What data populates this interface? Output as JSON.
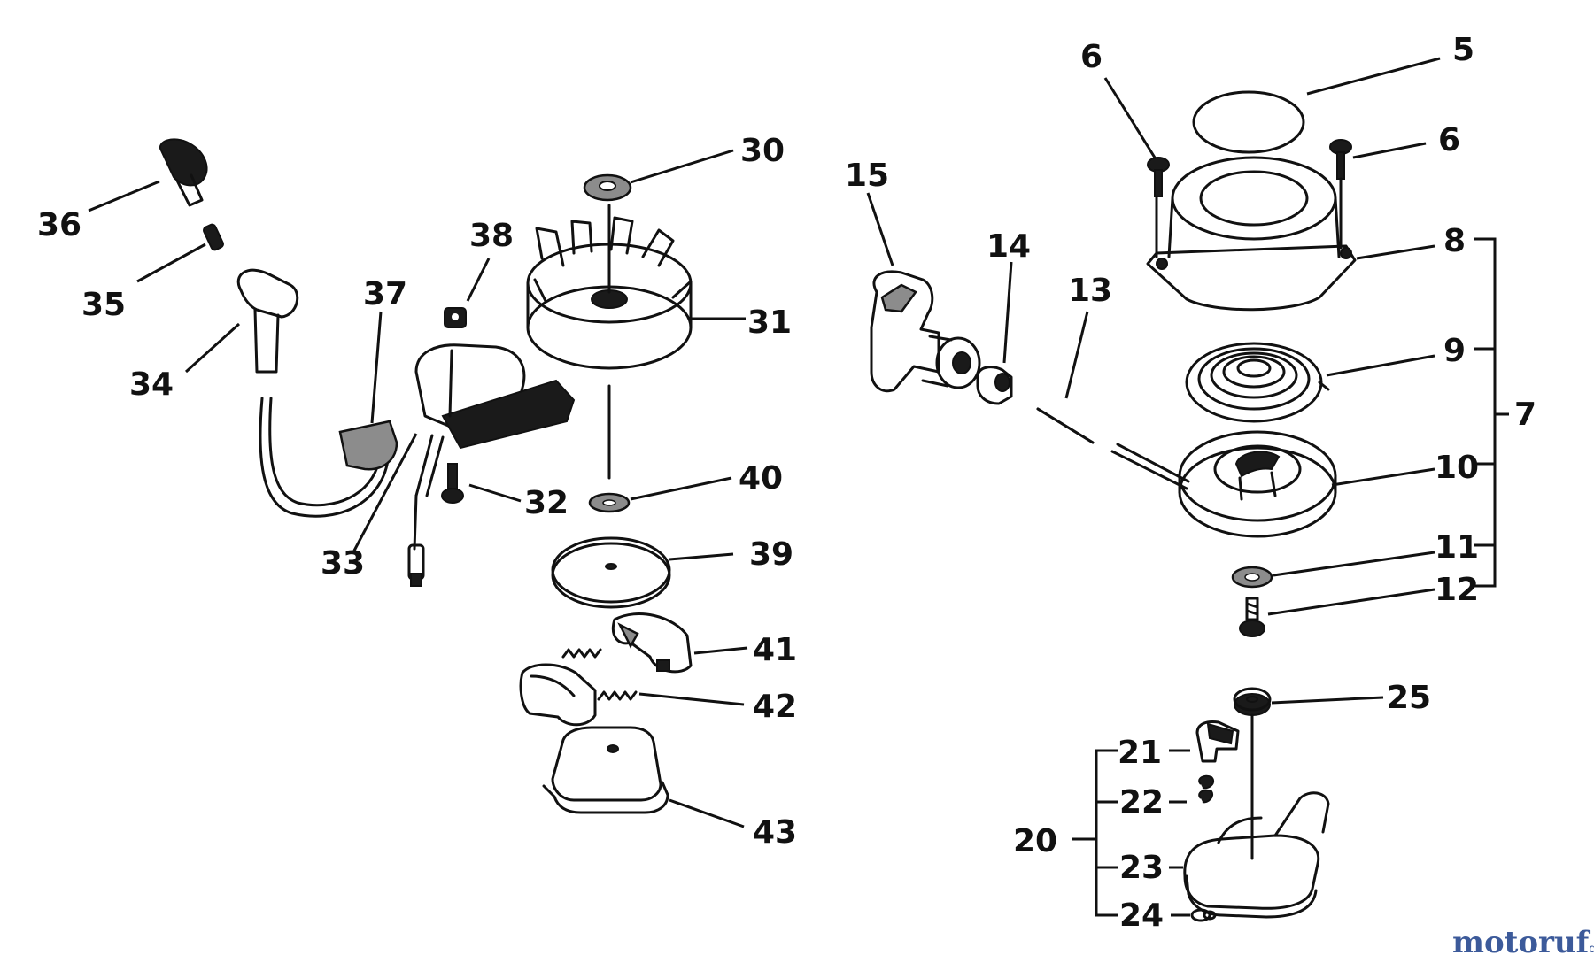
{
  "parts": {
    "p5": "5",
    "p6a": "6",
    "p6b": "6",
    "p7": "7",
    "p8": "8",
    "p9": "9",
    "p10": "10",
    "p11": "11",
    "p12": "12",
    "p13": "13",
    "p14": "14",
    "p15": "15",
    "p20": "20",
    "p21": "21",
    "p22": "22",
    "p23": "23",
    "p24": "24",
    "p25": "25",
    "p30": "30",
    "p31": "31",
    "p32": "32",
    "p33": "33",
    "p34": "34",
    "p35": "35",
    "p36": "36",
    "p37": "37",
    "p38": "38",
    "p39": "39",
    "p40": "40",
    "p41": "41",
    "p42": "42",
    "p43": "43"
  },
  "watermark": {
    "brand": "motoruf",
    "suffix": "de"
  },
  "colors": {
    "ink": "#111111",
    "watermark_blue": "#3c5a9a",
    "watermark_orange": "#e08a1e"
  }
}
